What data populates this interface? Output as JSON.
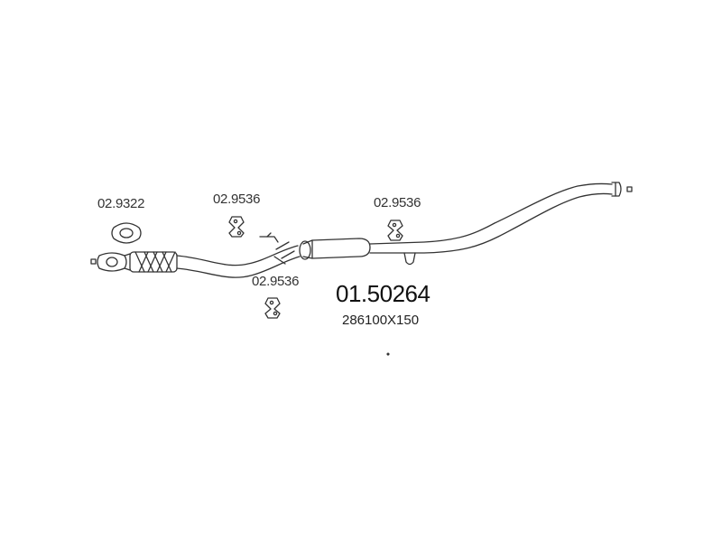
{
  "diagram": {
    "main_part_number": "01.50264",
    "dimensions": "286100X150",
    "accessories": [
      {
        "part_number": "02.9322",
        "kind": "flange-gasket"
      },
      {
        "part_number": "02.9536",
        "kind": "rubber-hanger"
      },
      {
        "part_number": "02.9536",
        "kind": "rubber-hanger"
      },
      {
        "part_number": "02.9536",
        "kind": "rubber-hanger"
      }
    ],
    "line_color": "#333333"
  }
}
